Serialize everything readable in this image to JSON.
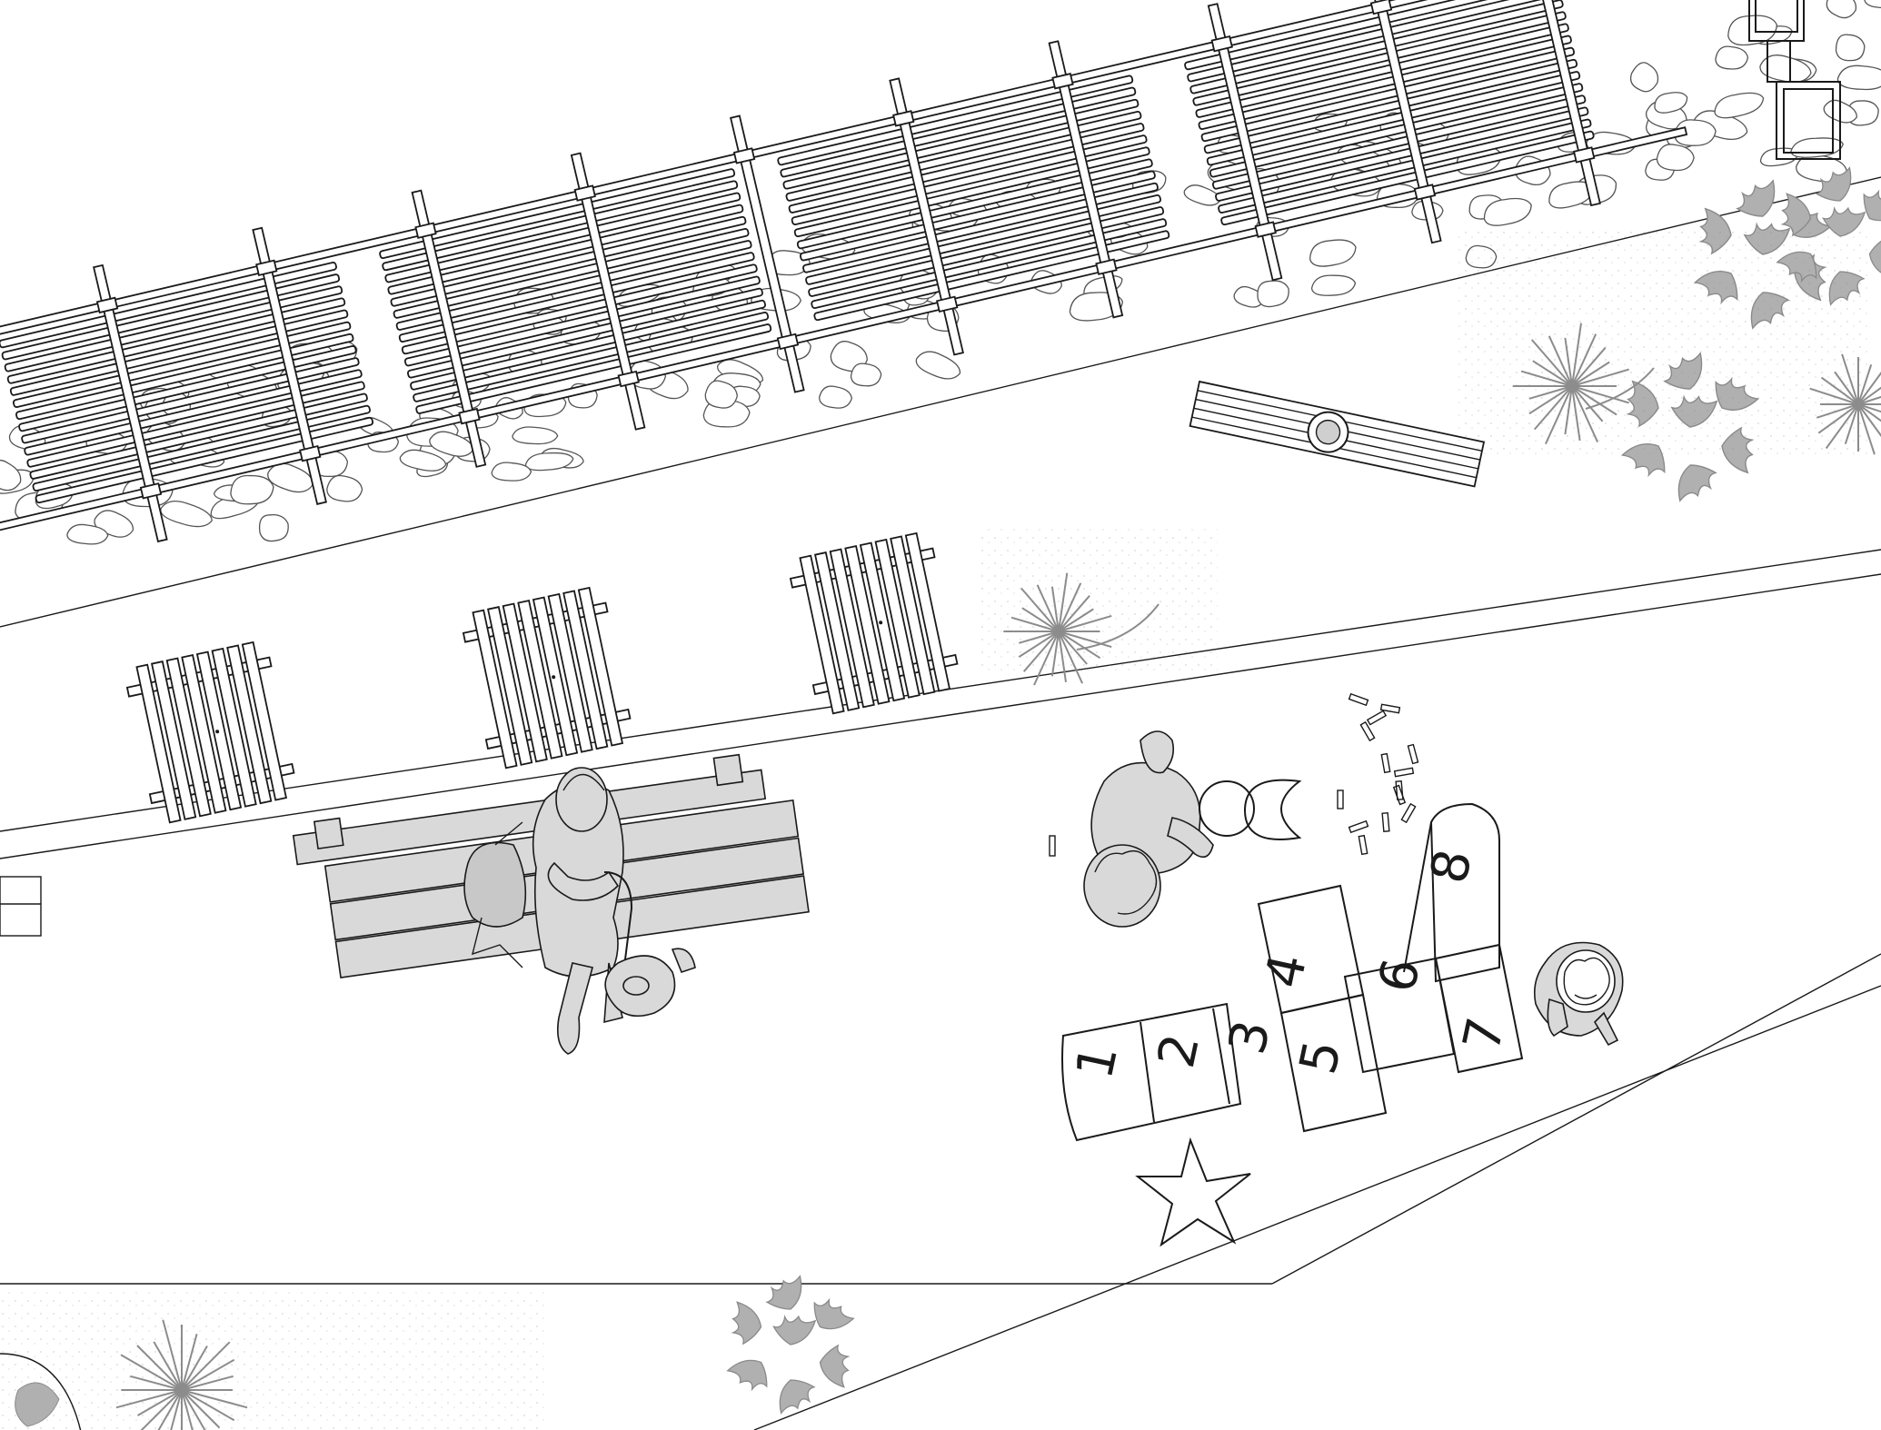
{
  "hopscotch": {
    "squares": [
      "1",
      "2",
      "3",
      "4",
      "5",
      "6",
      "7",
      "8"
    ]
  },
  "colors": {
    "ink": "#1a1a1a",
    "figure_fill": "#d9d9d9",
    "plant_grey": "#8c8c8c",
    "background": "#ffffff"
  },
  "icons": [
    "pergola",
    "picnic-bench",
    "park-bench",
    "person-with-dog",
    "child-drawing",
    "child-standing",
    "hopscotch",
    "chalk-star",
    "chalk-sun",
    "chalk-moon",
    "chalk-sticks",
    "shrub",
    "palm-plant",
    "paving-stones"
  ]
}
